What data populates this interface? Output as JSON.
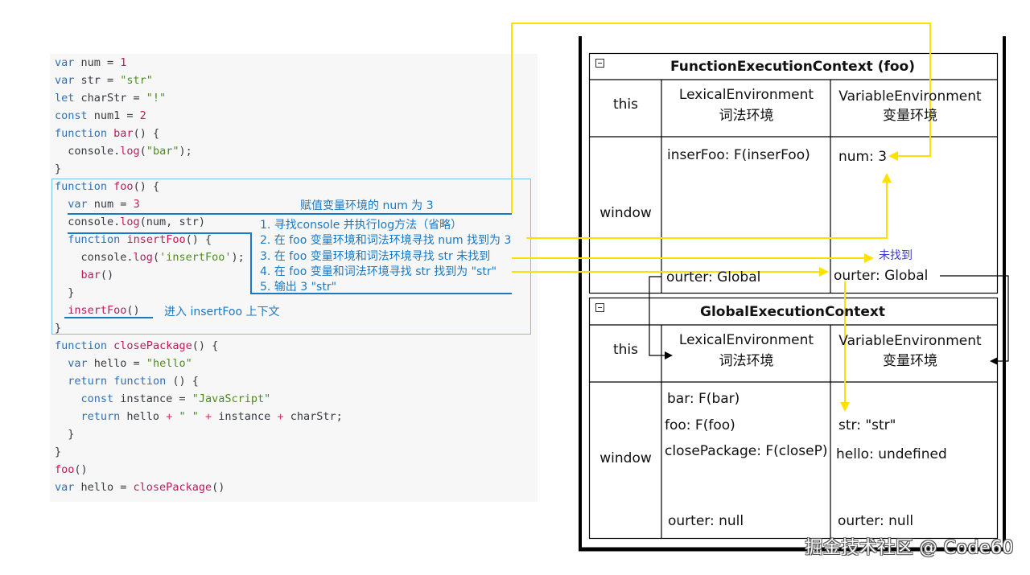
{
  "code": [
    [
      [
        "kw",
        "var"
      ],
      [
        "pl",
        " num = "
      ],
      [
        "num",
        "1"
      ]
    ],
    [
      [
        "kw",
        "var"
      ],
      [
        "pl",
        " str = "
      ],
      [
        "str",
        "\"str\""
      ]
    ],
    [
      [
        "kw",
        "let"
      ],
      [
        "pl",
        " charStr = "
      ],
      [
        "str",
        "\"!\""
      ]
    ],
    [
      [
        "kw",
        "const"
      ],
      [
        "pl",
        " num1 = "
      ],
      [
        "num",
        "2"
      ]
    ],
    [
      [
        "kw",
        "function"
      ],
      [
        "pl",
        " "
      ],
      [
        "fn",
        "bar"
      ],
      [
        "pl",
        "() {"
      ]
    ],
    [
      [
        "pl",
        "  console."
      ],
      [
        "fn",
        "log"
      ],
      [
        "pl",
        "("
      ],
      [
        "str",
        "\"bar\""
      ],
      [
        "pl",
        ");"
      ]
    ],
    [
      [
        "pl",
        "}"
      ]
    ],
    [
      [
        "kw",
        "function"
      ],
      [
        "pl",
        " "
      ],
      [
        "fn",
        "foo"
      ],
      [
        "pl",
        "() {"
      ]
    ],
    [
      [
        "pl",
        "  "
      ],
      [
        "kw",
        "var"
      ],
      [
        "pl",
        " num = "
      ],
      [
        "num",
        "3"
      ]
    ],
    [
      [
        "pl",
        "  console."
      ],
      [
        "fn",
        "log"
      ],
      [
        "pl",
        "(num, str)"
      ]
    ],
    [
      [
        "pl",
        "  "
      ],
      [
        "kw",
        "function"
      ],
      [
        "pl",
        " "
      ],
      [
        "fn",
        "insertFoo"
      ],
      [
        "pl",
        "() {"
      ]
    ],
    [
      [
        "pl",
        "    console."
      ],
      [
        "fn",
        "log"
      ],
      [
        "pl",
        "("
      ],
      [
        "str",
        "'insertFoo'"
      ],
      [
        "pl",
        ");"
      ]
    ],
    [
      [
        "pl",
        "    "
      ],
      [
        "fn",
        "bar"
      ],
      [
        "pl",
        "()"
      ]
    ],
    [
      [
        "pl",
        "  }"
      ]
    ],
    [
      [
        "pl",
        "  "
      ],
      [
        "fn",
        "insertFoo"
      ],
      [
        "pl",
        "()"
      ]
    ],
    [
      [
        "pl",
        "}"
      ]
    ],
    [
      [
        "kw",
        "function"
      ],
      [
        "pl",
        " "
      ],
      [
        "fn",
        "closePackage"
      ],
      [
        "pl",
        "() {"
      ]
    ],
    [
      [
        "pl",
        "  "
      ],
      [
        "kw",
        "var"
      ],
      [
        "pl",
        " hello = "
      ],
      [
        "str",
        "\"hello\""
      ]
    ],
    [
      [
        "pl",
        "  "
      ],
      [
        "kw",
        "return"
      ],
      [
        "pl",
        " "
      ],
      [
        "kw",
        "function"
      ],
      [
        "pl",
        " () {"
      ]
    ],
    [
      [
        "pl",
        "    "
      ],
      [
        "kw",
        "const"
      ],
      [
        "pl",
        " instance = "
      ],
      [
        "str",
        "\"JavaScript\""
      ]
    ],
    [
      [
        "pl",
        "    "
      ],
      [
        "kw",
        "return"
      ],
      [
        "pl",
        " hello "
      ],
      [
        "op",
        "+"
      ],
      [
        "pl",
        " "
      ],
      [
        "str",
        "\" \""
      ],
      [
        "pl",
        " "
      ],
      [
        "op",
        "+"
      ],
      [
        "pl",
        " instance "
      ],
      [
        "op",
        "+"
      ],
      [
        "pl",
        " charStr;"
      ]
    ],
    [
      [
        "pl",
        "  }"
      ]
    ],
    [
      [
        "pl",
        "}"
      ]
    ],
    [
      [
        "fn",
        "foo"
      ],
      [
        "pl",
        "()"
      ]
    ],
    [
      [
        "kw",
        "var"
      ],
      [
        "pl",
        " hello = "
      ],
      [
        "fn",
        "closePackage"
      ],
      [
        "pl",
        "()"
      ]
    ]
  ],
  "annotations": {
    "assign": "赋值变量环境的 num 为 3",
    "steps": [
      "1. 寻找console 并执行log方法（省略）",
      "2. 在 foo 变量环境和词法环境寻找 num 找到为 3",
      "3. 在 foo 变量环境和词法环境寻找 str 未找到",
      "4. 在 foo 变量和词法环境寻找 str 找到为 \"str\"",
      "5. 输出 3 \"str\""
    ],
    "enter": "进入 insertFoo 上下文",
    "not_found": "未找到"
  },
  "function_ctx": {
    "title": "FunctionExecutionContext (foo)",
    "this_label": "this",
    "lex_header": "LexicalEnvironment",
    "lex_header_cn": "词法环境",
    "var_header": "VariableEnvironment",
    "var_header_cn": "变量环境",
    "window_label": "window",
    "lex_item": "inserFoo: F(inserFoo)",
    "var_item": "num: 3",
    "lex_outer": "ourter: Global",
    "var_outer": "ourter: Global"
  },
  "global_ctx": {
    "title": "GlobalExecutionContext",
    "this_label": "this",
    "lex_header": "LexicalEnvironment",
    "lex_header_cn": "词法环境",
    "var_header": "VariableEnvironment",
    "var_header_cn": "变量环境",
    "window_label": "window",
    "lex_items": [
      "bar: F(bar)",
      "foo: F(foo)",
      "closePackage: F(closeP)"
    ],
    "var_items": [
      "str: \"str\"",
      "hello: undefined"
    ],
    "lex_outer": "ourter: null",
    "var_outer": "ourter: null"
  },
  "watermark": "掘金技术社区 @ Code60"
}
